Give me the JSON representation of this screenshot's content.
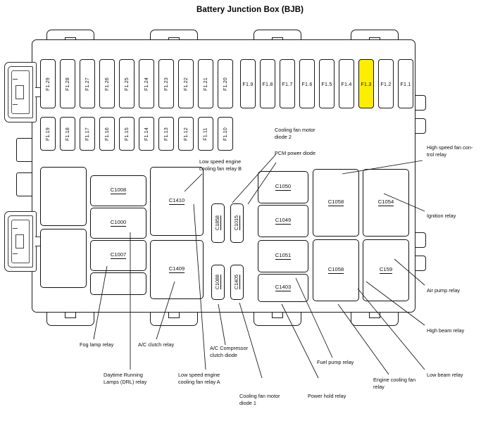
{
  "title": "Battery Junction Box (BJB)",
  "highlight_color": "#fdee00",
  "fuses": {
    "row_top_left": [
      "F1.29",
      "F1.28",
      "F1.27",
      "F1.26",
      "F1.25",
      "F1.24",
      "F1.23",
      "F1.22",
      "F1.21",
      "F1.20"
    ],
    "row_top_right": [
      "F1.9",
      "F1.8",
      "F1.7",
      "F1.6",
      "F1.5",
      "F1.4",
      "F1.3",
      "F1.2",
      "F1.1"
    ],
    "row_bottom_left": [
      "F1.19",
      "F1.18",
      "F1.17",
      "F1.16",
      "F1.15",
      "F1.14",
      "F1.13",
      "F1.12",
      "F1.11",
      "F1.10"
    ],
    "highlighted": "F1.3"
  },
  "blocks": {
    "c1008": "C1008",
    "c1000": "C1000",
    "c1007": "C1007",
    "c1410": "C1410",
    "c1409": "C1409",
    "c1858": "C1858",
    "c1015": "C1015",
    "c1088": "C1088",
    "c1405": "C1405",
    "c1050": "C1050",
    "c1049": "C1049",
    "c1051": "C1051",
    "c1403": "C1403",
    "c1058_upper": "C1058",
    "c1058_lower": "C1058",
    "c1054": "C1054",
    "c159": "C159"
  },
  "callouts": {
    "cooling_fan_motor_diode_2": "Cooling fan motor\ndiode 2",
    "pcm_power_diode": "PCM power diode",
    "low_speed_fan_relay_b": "Low speed engine\ncooling fan relay B",
    "high_speed_fan_control_relay": "High speed fan con-\ntrol relay",
    "ignition_relay": "Ignition relay",
    "air_pump_relay": "Air pump relay",
    "high_beam_relay": "High beam relay",
    "low_beam_relay": "Low beam relay",
    "fog_lamp_relay": "Fog lamp relay",
    "ac_clutch_relay": "A/C clutch relay",
    "ac_compressor_clutch_diode": "A/C Compressor\nclutch diode",
    "drl_relay": "Daytime Running\nLamps (DRL) relay",
    "low_speed_fan_relay_a": "Low speed engine\ncooling fan relay A",
    "cooling_fan_motor_diode_1": "Cooling fan motor\ndiode 1",
    "power_hold_relay": "Power hold relay",
    "fuel_pump_relay": "Fuel pump relay",
    "engine_cooling_fan_relay": "Engine cooling fan\nrelay"
  }
}
